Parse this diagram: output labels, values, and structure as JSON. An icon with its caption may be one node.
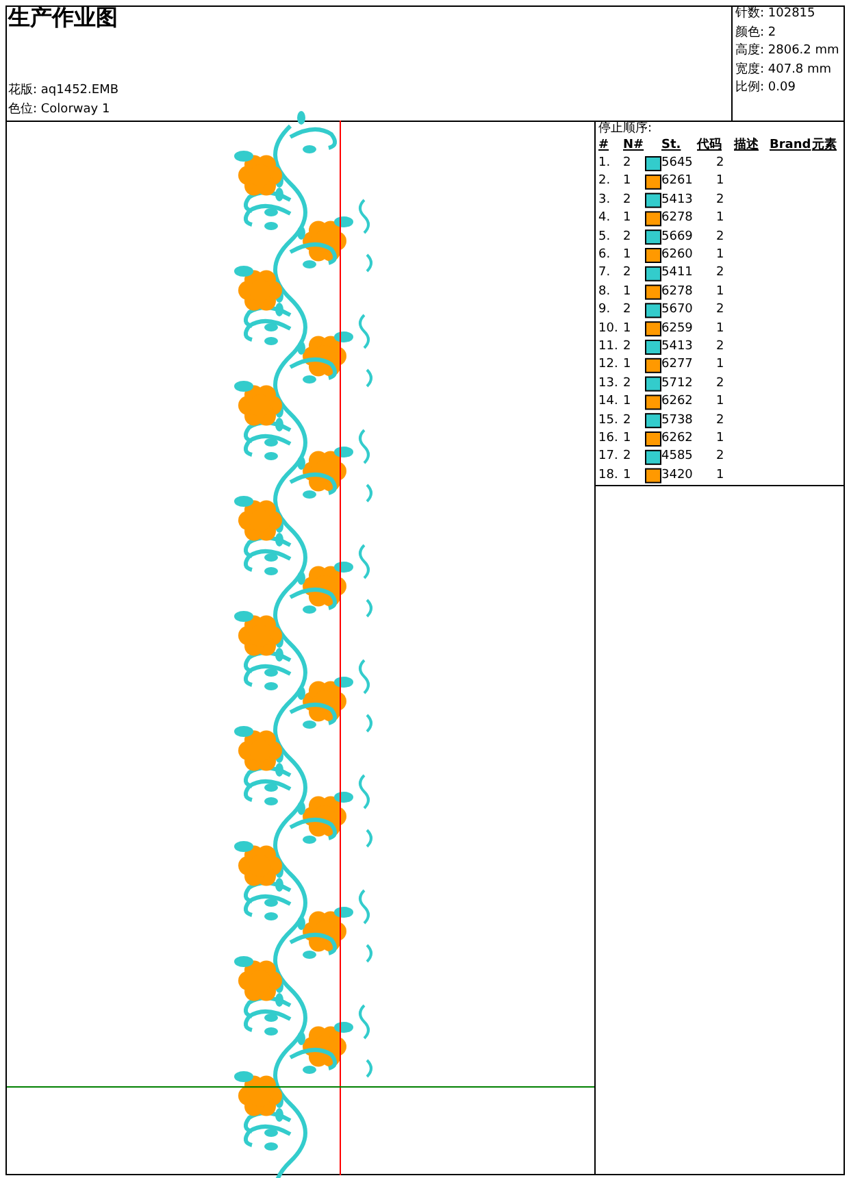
{
  "diagram": {
    "title": "生产作业图",
    "labels": [
      "花版: aq1452.EMB",
      "色位: Colorway 1",
      "针数: 102815",
      "颜色: 2",
      "高度: 2806.2 mm",
      "宽度: 407.8 mm",
      "比例: 0.09",
      "停止顺序:",
      "#",
      "N#",
      "St.",
      "代码",
      "描述",
      "Brand",
      "元素",
      "1.",
      "2",
      "5645",
      "2",
      "2.",
      "1",
      "6261",
      "1",
      "3.",
      "2",
      "5413",
      "2",
      "4.",
      "1",
      "6278",
      "1",
      "5.",
      "2",
      "5669",
      "2",
      "6.",
      "1",
      "6260",
      "1",
      "7.",
      "2",
      "5411",
      "2",
      "8.",
      "1",
      "6278",
      "1",
      "9.",
      "2",
      "5670",
      "2",
      "10.",
      "1",
      "6259",
      "1",
      "11.",
      "2",
      "5413",
      "2",
      "12.",
      "1",
      "6277",
      "1",
      "13.",
      "2",
      "5712",
      "2",
      "14.",
      "1",
      "6262",
      "1",
      "15.",
      "2",
      "5738",
      "2",
      "16.",
      "1",
      "6262",
      "1",
      "17.",
      "2",
      "4585",
      "2",
      "18.",
      "1",
      "3420",
      "1"
    ]
  }
}
